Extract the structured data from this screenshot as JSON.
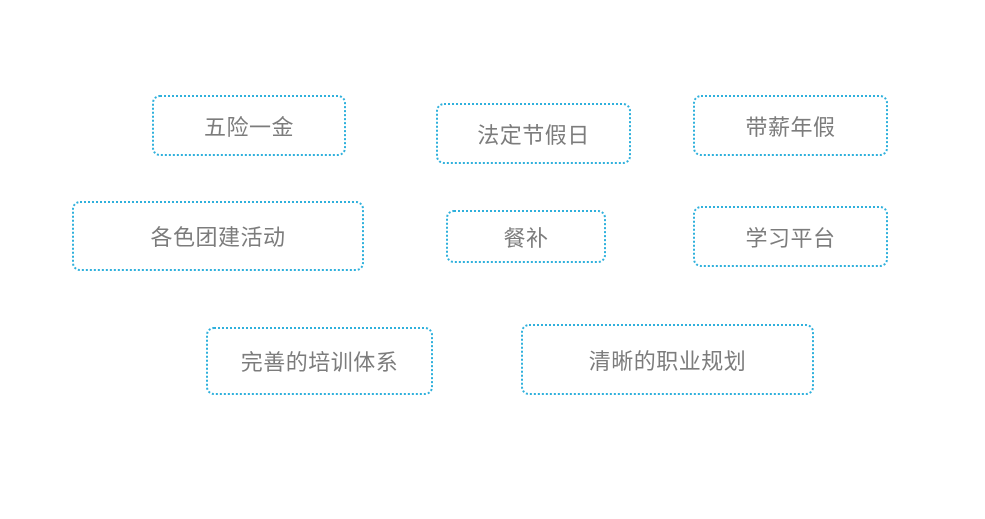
{
  "benefits": [
    {
      "label": "五险一金"
    },
    {
      "label": "法定节假日"
    },
    {
      "label": "带薪年假"
    },
    {
      "label": "各色团建活动"
    },
    {
      "label": "餐补"
    },
    {
      "label": "学习平台"
    },
    {
      "label": "完善的培训体系"
    },
    {
      "label": "清晰的职业规划"
    }
  ],
  "colors": {
    "border": "#2fb0dc",
    "text": "#7c7c7c",
    "background": "#ffffff"
  }
}
